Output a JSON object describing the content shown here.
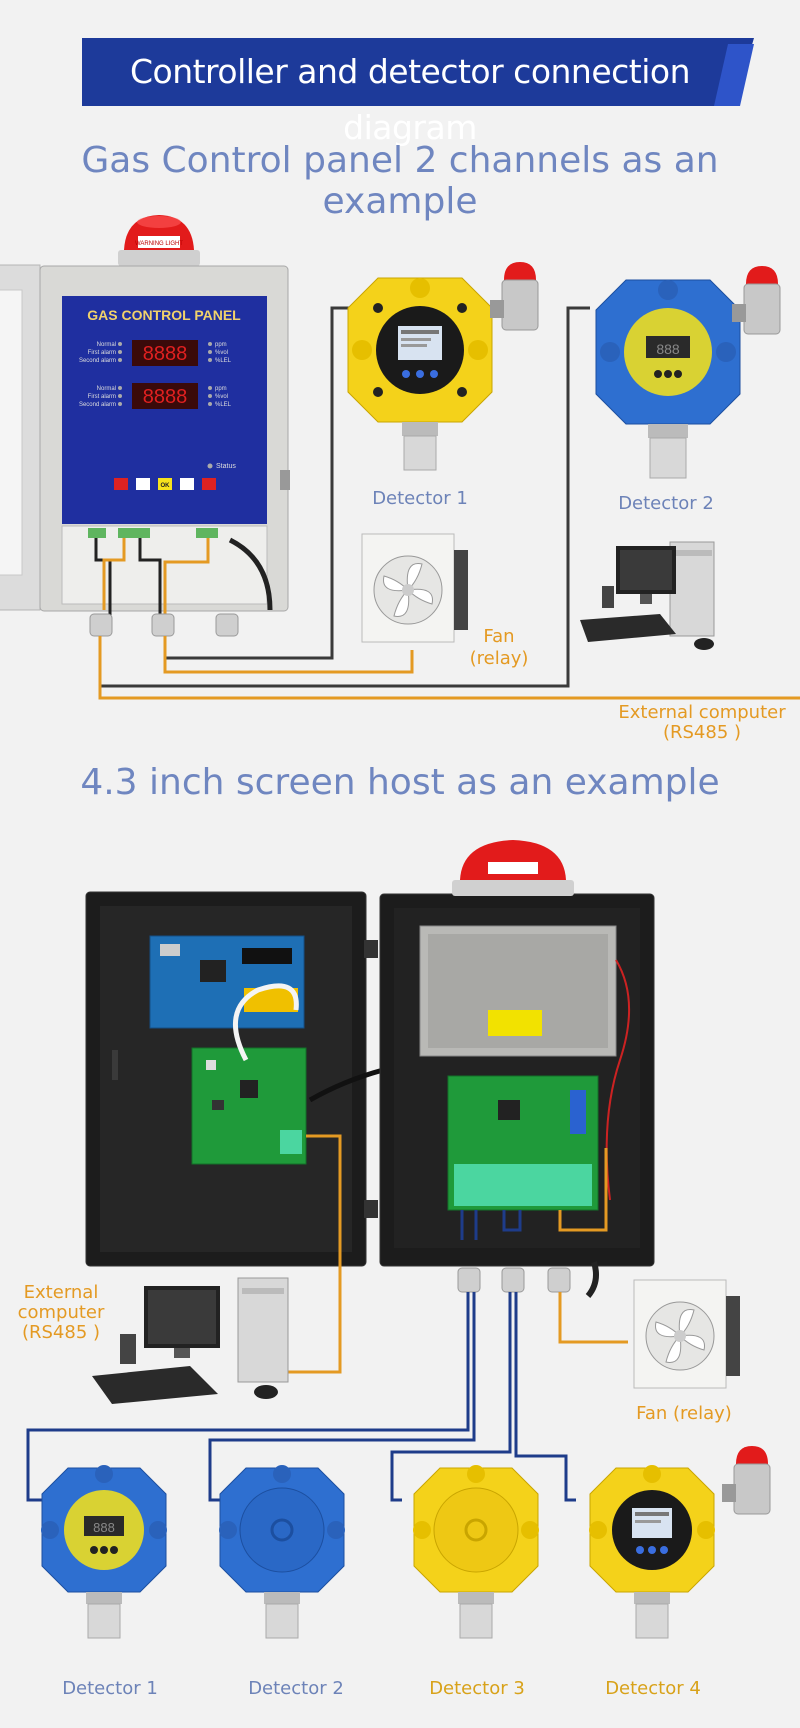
{
  "banner": {
    "title": "Controller and detector connection diagram"
  },
  "section1": {
    "title": "Gas Control panel 2 channels as an example",
    "panel": {
      "warning_light_label": "WARNING LIGHT",
      "name": "GAS CONTROL PANEL",
      "channel_rows": [
        "Normal",
        "First alarm",
        "Second alarm"
      ],
      "unit_labels": [
        "ppm",
        "%vol",
        "%LEL"
      ],
      "status_label": "Status",
      "ok_label": "OK"
    },
    "labels": {
      "detector1": "Detector 1",
      "detector2": "Detector 2",
      "fan_line1": "Fan",
      "fan_line2": "(relay)",
      "computer_line1": "External computer",
      "computer_line2": "(RS485 )"
    },
    "wire_colors": {
      "signal": "#3a3a3a",
      "relay": "#e49a23"
    }
  },
  "section2": {
    "title": "4.3 inch screen host as an example",
    "labels": {
      "computer_line1": "External",
      "computer_line2": "computer",
      "computer_line3": "(RS485 )",
      "fan": "Fan (relay)",
      "detector1": "Detector 1",
      "detector2": "Detector 2",
      "detector3": "Detector 3",
      "detector4": "Detector 4"
    },
    "wire_colors": {
      "detector": "#1e3c8a",
      "relay": "#e49a23"
    }
  },
  "colors": {
    "banner": "#1d3a9a",
    "title_text": "#6f86c0",
    "blue_label": "#6d83b8",
    "orange_label": "#e49a23",
    "yellow_label": "#d8a21a",
    "detector_yellow": "#f4d21a",
    "detector_blue": "#2e6fd0",
    "cabinet_black": "#1c1c1c",
    "panel_blue": "#1f2fa0"
  },
  "icons": [
    "warning-light-icon",
    "detector-icon",
    "fan-icon",
    "computer-icon",
    "alarm-light-icon",
    "pcb-board-icon",
    "power-supply-icon"
  ]
}
